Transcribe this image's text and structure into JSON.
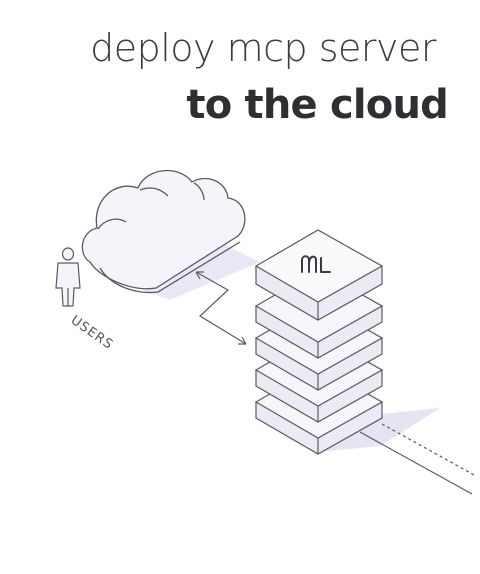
{
  "heading": {
    "line1": "deploy mcp server",
    "line2": "to the cloud"
  },
  "diagram": {
    "users_label": "USERS",
    "server_logo_icon": "mcp-logo-icon",
    "colors": {
      "stroke": "#5a5a62",
      "fill_light": "#f1f1f8",
      "fill_shadow": "#dcdcef"
    }
  }
}
